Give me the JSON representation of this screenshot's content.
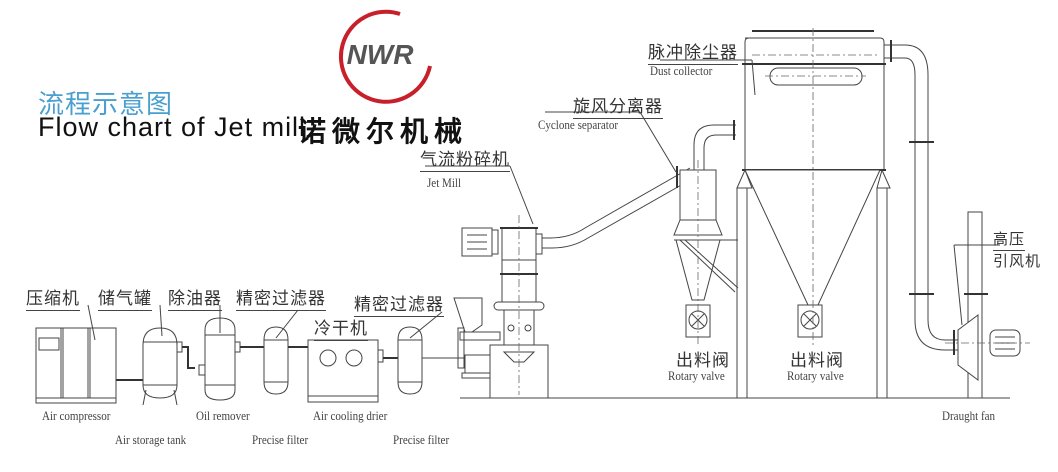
{
  "header": {
    "title_cn": "流程示意图",
    "title_en": "Flow chart of Jet mill",
    "brand_logo_text": "NWR",
    "brand_name_cn": "诺微尔机械",
    "colors": {
      "title_cn": "#4a9fcf",
      "logo_ring": "#c8202a",
      "logo_text": "#555555"
    }
  },
  "components": {
    "dust_collector": {
      "cn": "脉冲除尘器",
      "en": "Dust collector"
    },
    "cyclone_separator": {
      "cn": "旋风分离器",
      "en": "Cyclone separator"
    },
    "jet_mill": {
      "cn": "气流粉碎机",
      "en": "Jet Mill"
    },
    "air_compressor": {
      "cn": "压缩机",
      "en": "Air compressor"
    },
    "air_storage_tank": {
      "cn": "储气罐",
      "en": "Air storage tank"
    },
    "oil_remover": {
      "cn": "除油器",
      "en": "Oil remover"
    },
    "precise_filter_1": {
      "cn": "精密过滤器",
      "en": "Precise filter"
    },
    "air_cooling_drier": {
      "cn": "冷干机",
      "en": "Air cooling drier"
    },
    "precise_filter_2": {
      "cn": "精密过滤器",
      "en": "Precise filter"
    },
    "rotary_valve_1": {
      "cn": "出料阀",
      "en": "Rotary valve"
    },
    "rotary_valve_2": {
      "cn": "出料阀",
      "en": "Rotary valve"
    },
    "draught_fan": {
      "cn_line1": "高压",
      "cn_line2": "引风机",
      "en": "Draught fan"
    }
  }
}
